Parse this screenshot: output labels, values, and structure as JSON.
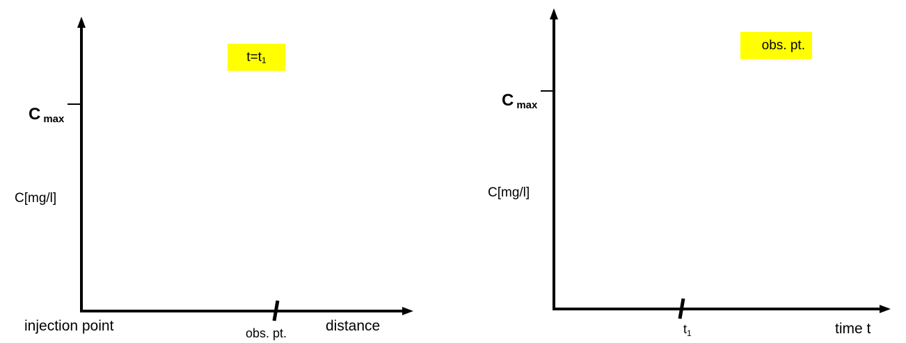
{
  "colors": {
    "axis": "#000000",
    "highlight": "#ffff00"
  },
  "left_panel": {
    "cmax_main": "C",
    "cmax_sub": "max",
    "y_label": "C[mg/l]",
    "highlight_main": "t=t",
    "highlight_sub": "1",
    "x_origin_label": "injection point",
    "x_tick_label": "obs. pt.",
    "x_label": "distance"
  },
  "right_panel": {
    "cmax_main": "C",
    "cmax_sub": "max",
    "y_label": "C[mg/l]",
    "highlight_label": "obs. pt.",
    "x_tick_main": "t",
    "x_tick_sub": "1",
    "x_label": "time t"
  }
}
